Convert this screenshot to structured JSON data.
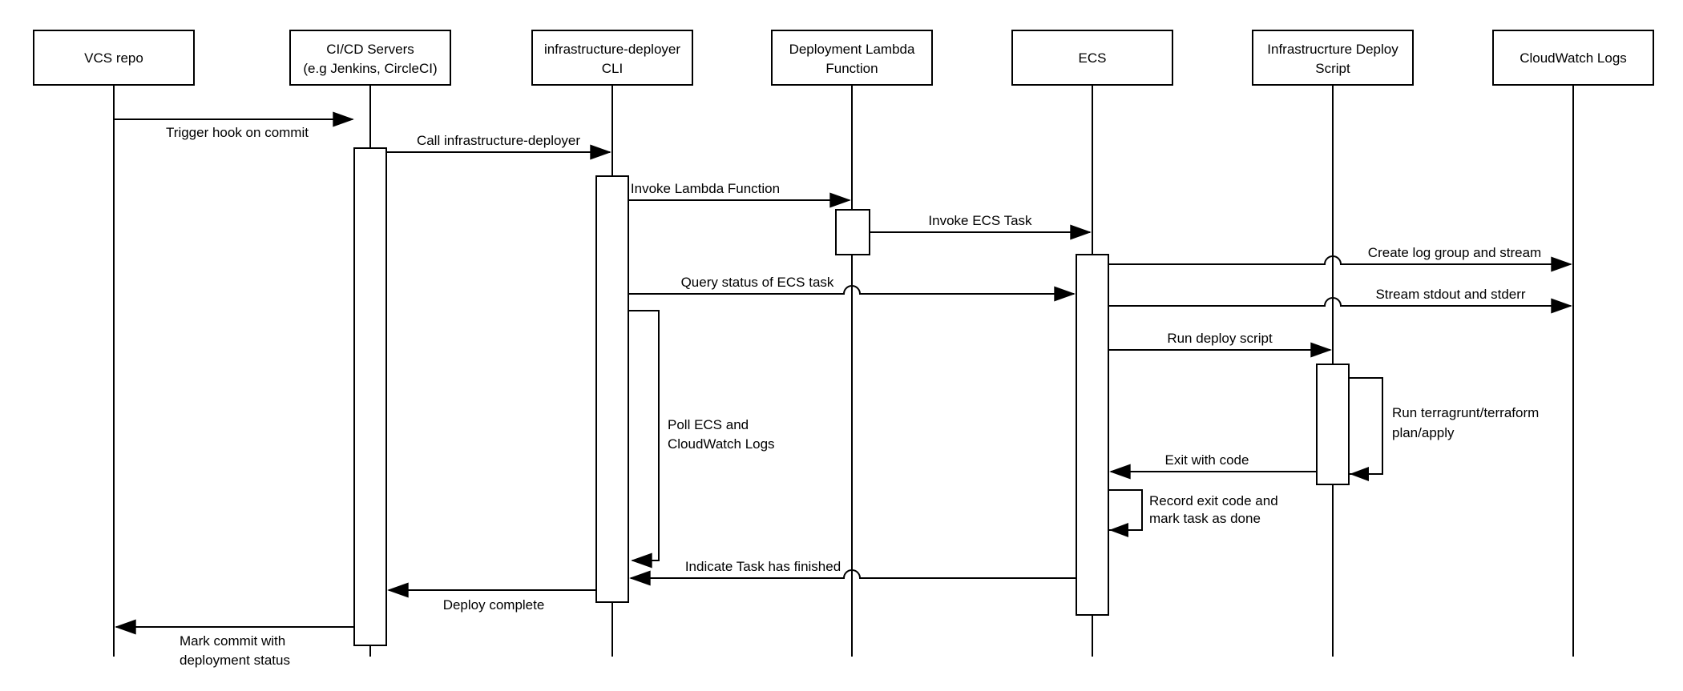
{
  "colors": {
    "line": "#000000",
    "fill": "#ffffff",
    "text": "#000000",
    "background": "#ffffff"
  },
  "actors": [
    {
      "name": "vcs-repo",
      "lines": [
        "VCS repo"
      ]
    },
    {
      "name": "cicd-servers",
      "lines": [
        "CI/CD Servers",
        "(e.g Jenkins, CircleCI)"
      ]
    },
    {
      "name": "infrastructure-deployer-cli",
      "lines": [
        "infrastructure-deployer",
        "CLI"
      ]
    },
    {
      "name": "deployment-lambda-function",
      "lines": [
        "Deployment Lambda",
        "Function"
      ]
    },
    {
      "name": "ecs",
      "lines": [
        "ECS"
      ]
    },
    {
      "name": "infrastructure-deploy-script",
      "lines": [
        "Infrastrucrture Deploy",
        "Script"
      ]
    },
    {
      "name": "cloudwatch-logs",
      "lines": [
        "CloudWatch Logs"
      ]
    }
  ],
  "messages": {
    "trigger_hook": {
      "label": "Trigger hook on commit"
    },
    "call_deployer": {
      "label": "Call infrastructure-deployer"
    },
    "invoke_lambda": {
      "label": "Invoke Lambda Function"
    },
    "invoke_ecs_task": {
      "label": "Invoke ECS Task"
    },
    "create_log_group": {
      "label": "Create log group and stream"
    },
    "query_status": {
      "label": "Query status of ECS task"
    },
    "stream_stdout": {
      "label": "Stream stdout and stderr"
    },
    "run_deploy_script": {
      "label": "Run deploy script"
    },
    "run_terragrunt": {
      "lines": [
        "Run terragrunt/terraform",
        "plan/apply"
      ]
    },
    "exit_with_code": {
      "label": "Exit with code"
    },
    "record_exit_code": {
      "lines": [
        "Record exit code and",
        "mark task as done"
      ]
    },
    "poll_loop": {
      "lines": [
        "Poll ECS and",
        "CloudWatch Logs"
      ]
    },
    "indicate_finished": {
      "label": "Indicate Task has finished"
    },
    "deploy_complete": {
      "label": "Deploy complete"
    },
    "mark_commit": {
      "lines": [
        "Mark commit with",
        "deployment status"
      ]
    }
  }
}
